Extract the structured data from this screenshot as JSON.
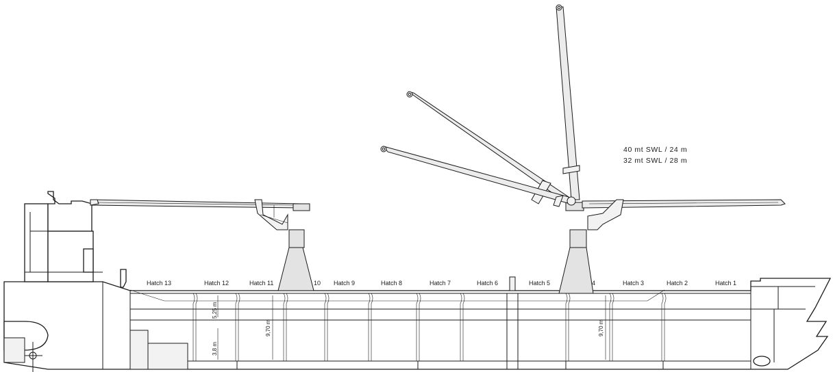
{
  "hatches": [
    {
      "id": "hatch-13",
      "label": "Hatch 13"
    },
    {
      "id": "hatch-12",
      "label": "Hatch 12"
    },
    {
      "id": "hatch-11",
      "label": "Hatch 11"
    },
    {
      "id": "hatch-10",
      "label": "10"
    },
    {
      "id": "hatch-9",
      "label": "Hatch 9"
    },
    {
      "id": "hatch-8",
      "label": "Hatch 8"
    },
    {
      "id": "hatch-7",
      "label": "Hatch 7"
    },
    {
      "id": "hatch-6",
      "label": "Hatch 6"
    },
    {
      "id": "hatch-5",
      "label": "Hatch 5"
    },
    {
      "id": "hatch-4",
      "label": "4"
    },
    {
      "id": "hatch-3",
      "label": "Hatch 3"
    },
    {
      "id": "hatch-2",
      "label": "Hatch 2"
    },
    {
      "id": "hatch-1",
      "label": "Hatch 1"
    }
  ],
  "crane_specs": {
    "line1": "40 mt SWL / 24  m",
    "line2": "32 mt SWL / 28  m"
  },
  "dimensions": {
    "upper_tween": "5,25 m",
    "lower_tween": "3,8  m",
    "hold_aft": "9,70 m",
    "hold_fwd": "9,70 m"
  }
}
